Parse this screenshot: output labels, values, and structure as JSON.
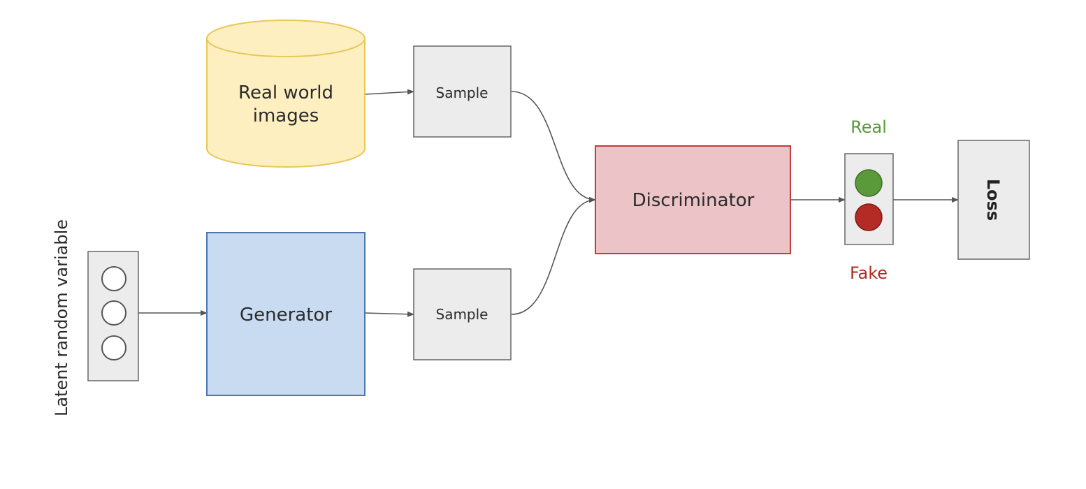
{
  "nodes": {
    "real_images": {
      "line1": "Real world",
      "line2": "images"
    },
    "sample_top": {
      "label": "Sample"
    },
    "sample_bottom": {
      "label": "Sample"
    },
    "generator": {
      "label": "Generator"
    },
    "discriminator": {
      "label": "Discriminator"
    },
    "loss": {
      "label": "Loss"
    },
    "latent": {
      "label": "Latent random variable"
    }
  },
  "output_labels": {
    "real": "Real",
    "fake": "Fake"
  },
  "colors": {
    "database_fill": "#fdefc0",
    "database_stroke": "#e9c75a",
    "generator_fill": "#c8dbf0",
    "generator_stroke": "#4a78ae",
    "discriminator_fill": "#ecc3c6",
    "discriminator_stroke": "#c33a3f",
    "box_fill": "#ececec",
    "box_stroke": "#666666",
    "real_green": "#5a9a3a",
    "fake_red": "#b42a24",
    "arrow": "#555555"
  }
}
